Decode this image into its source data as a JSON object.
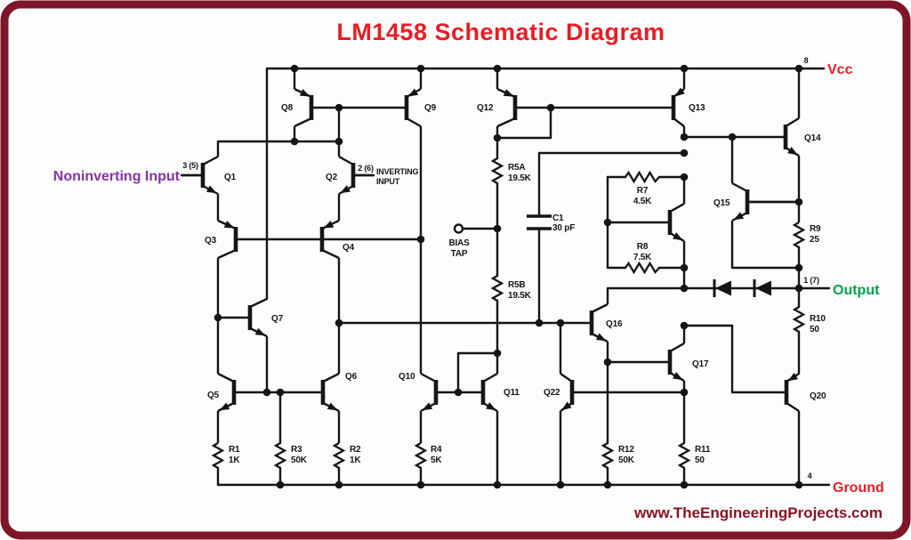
{
  "title": "LM1458 Schematic Diagram",
  "watermark": "www.TheEngineeringProjects.com",
  "colors": {
    "title_red": "#ea1c24",
    "output_green": "#00a14b",
    "input_purple": "#8633ab",
    "frame_maroon": "#7e1528",
    "ink": "#151515"
  },
  "pins": {
    "vcc": {
      "number": "8",
      "label": "Vcc"
    },
    "output": {
      "number": "1 (7)",
      "label": "Output"
    },
    "ground": {
      "number": "4",
      "label": "Ground"
    },
    "noninverting": {
      "number": "3 (5)",
      "label": "Noninverting Input"
    },
    "inverting": {
      "number": "2 (6)",
      "label_line1": "INVERTING",
      "label_line2": "INPUT"
    }
  },
  "components": {
    "transistors": {
      "q1": "Q1",
      "q2": "Q2",
      "q3": "Q3",
      "q4": "Q4",
      "q5": "Q5",
      "q6": "Q6",
      "q7": "Q7",
      "q8": "Q8",
      "q9": "Q9",
      "q10": "Q10",
      "q11": "Q11",
      "q12": "Q12",
      "q13": "Q13",
      "q14": "Q14",
      "q15": "Q15",
      "q16": "Q16",
      "q17": "Q17",
      "q20": "Q20",
      "q22": "Q22"
    },
    "resistors": {
      "r1": {
        "name": "R1",
        "value": "1K"
      },
      "r2": {
        "name": "R2",
        "value": "1K"
      },
      "r3": {
        "name": "R3",
        "value": "50K"
      },
      "r4": {
        "name": "R4",
        "value": "5K"
      },
      "r5a": {
        "name": "R5A",
        "value": "19.5K"
      },
      "r5b": {
        "name": "R5B",
        "value": "19.5K"
      },
      "r7": {
        "name": "R7",
        "value": "4.5K"
      },
      "r8": {
        "name": "R8",
        "value": "7.5K"
      },
      "r9": {
        "name": "R9",
        "value": "25"
      },
      "r10": {
        "name": "R10",
        "value": "50"
      },
      "r11": {
        "name": "R11",
        "value": "50"
      },
      "r12": {
        "name": "R12",
        "value": "50K"
      }
    },
    "capacitors": {
      "c1": {
        "name": "C1",
        "value": "30 pF"
      }
    },
    "bias_tap": {
      "line1": "BIAS",
      "line2": "TAP"
    }
  }
}
